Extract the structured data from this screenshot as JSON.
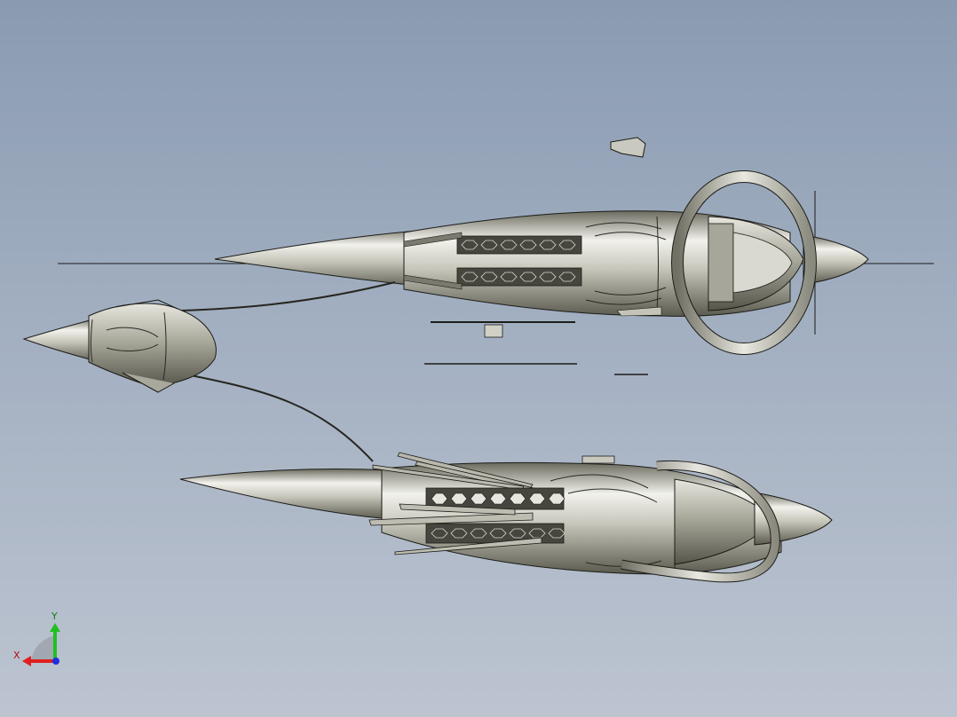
{
  "viewport": {
    "background_top": "#8a9bb1",
    "background_bottom": "#bcc4d0"
  },
  "colors": {
    "hull_light": "#f0f0ea",
    "hull_mid": "#bfbfb4",
    "hull_dark": "#5e5e52",
    "edge": "#1c1c18",
    "grille": "#3e3e36"
  },
  "models": [
    {
      "id": "top-view-podracer",
      "kind": "engine-pod-top-view"
    },
    {
      "id": "cockpit-pod",
      "kind": "cockpit-top-view"
    },
    {
      "id": "side-view-podracer",
      "kind": "engine-pod-side-view"
    }
  ],
  "triad": {
    "x_label": "X",
    "y_label": "Y",
    "x_color": "#e02020",
    "y_color": "#20c020",
    "z_color": "#2030e0"
  }
}
